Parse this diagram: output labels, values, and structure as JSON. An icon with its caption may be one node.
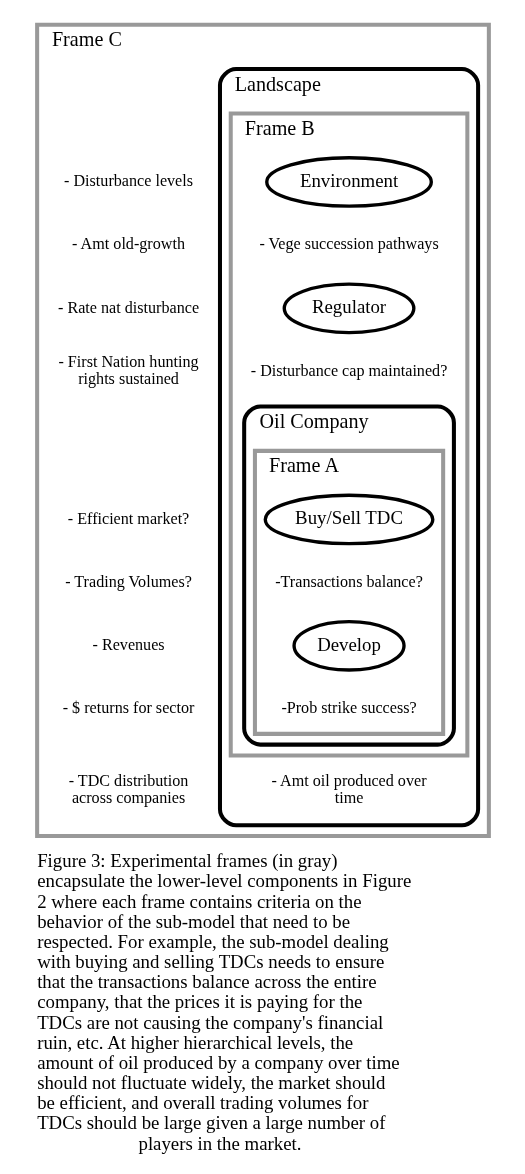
{
  "diagram": {
    "caption": "Figure 3: Experimental frames (in gray) encapsulate the lower-level components in Figure 2 where each frame contains criteria on the behavior of the sub-model that need to be respected. For example, the sub-model dealing with buying and selling TDCs needs to ensure that the transactions balance across the entire company, that the prices it is paying for the TDCs are not causing the company's financial ruin, etc. At higher hierarchical levels, the amount of oil produced by a company over time should not fluctuate widely, the market should be efficient, and overall trading volumes for TDCs should be large given a large number of players in the market.",
    "nodes": [
      {
        "text": [
          "Frame C"
        ]
      },
      {
        "text": [
          "Landscape"
        ],
        "in": 0
      },
      {
        "text": [
          "Frame B"
        ],
        "in": 1
      },
      {
        "text": [
          "Environment"
        ],
        "in": 2,
        "beside": [
          "- Vege succession pathways"
        ]
      },
      {
        "text": [
          "Regulator"
        ],
        "in": 2,
        "beside": [
          "- Disturbance cap maintained?"
        ]
      },
      {
        "text": [
          "Oil Company"
        ],
        "in": 2
      },
      {
        "text": [
          "Frame A"
        ],
        "in": 5
      },
      {
        "text": [
          "Buy/Sell TDC"
        ],
        "in": 6,
        "beside": [
          "-Transactions balance?"
        ]
      },
      {
        "text": [
          "Develop"
        ],
        "in": 6,
        "beside": [
          "-Prob strike success?"
        ]
      }
    ],
    "edges": [],
    "labels": [
      "- Disturbance levels",
      "- Amt old-growth",
      "- Rate nat disturbance",
      "- First Nation hunting rights sustained",
      "- Efficient market?",
      "- Trading Volumes?",
      "- Revenues",
      "- $ returns for sector",
      "- TDC distribution across companies",
      "- Amt oil produced over time"
    ]
  }
}
